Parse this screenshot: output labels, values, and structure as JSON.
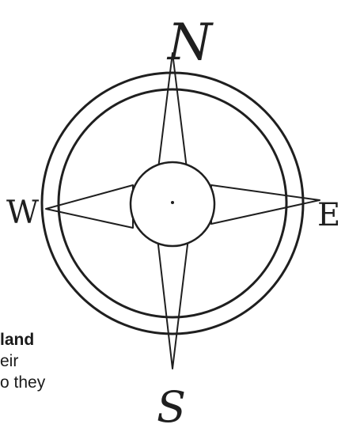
{
  "compass": {
    "directions": {
      "north": "N",
      "south": "S",
      "east": "E",
      "west": "W"
    },
    "ink_color": "#1f1f1f"
  },
  "text_fragments": [
    {
      "text": "land",
      "bold": true
    },
    {
      "text": "eir",
      "bold": false
    },
    {
      "text": "o they",
      "bold": false
    }
  ]
}
